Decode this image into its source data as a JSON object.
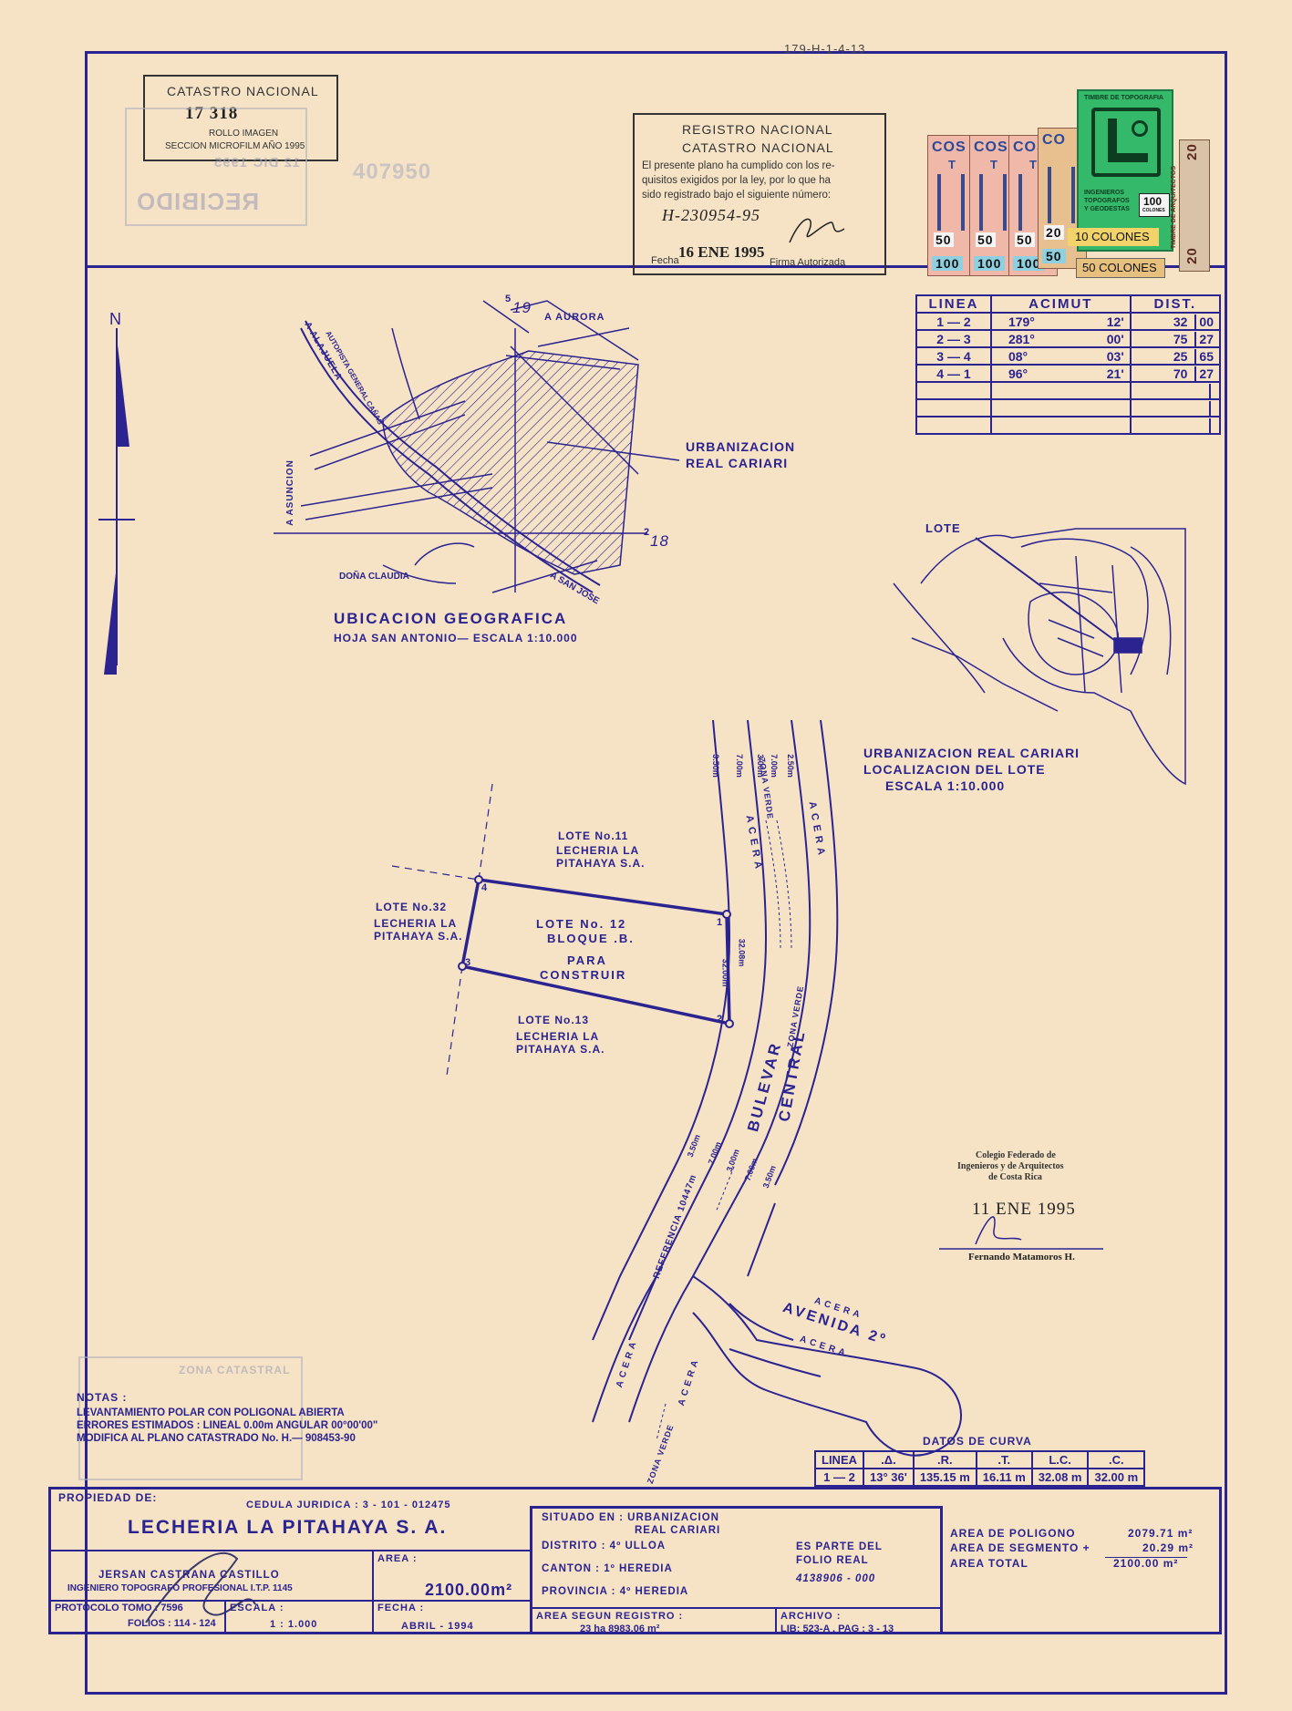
{
  "doc_ref": "179-H-1-4-13",
  "catastro_box": {
    "title": "CATASTRO NACIONAL",
    "number": "17 318",
    "line1": "ROLLO IMAGEN",
    "line2": "SECCION MICROFILM AÑO 1995"
  },
  "faded_stamp": {
    "number": "407950",
    "date": "12 DIC 1995",
    "word": "RECIBIDO"
  },
  "registro_box": {
    "title1": "REGISTRO NACIONAL",
    "title2": "CATASTRO NACIONAL",
    "text1": "El presente plano ha cumplido con los re-",
    "text2": "quisitos exigidos por la ley, por lo que ha",
    "text3": "sido registrado bajo el siguiente número:",
    "plan_number": "H-230954-95",
    "fecha_label": "Fecha",
    "fecha_value": "16 ENE 1995",
    "firma_label": "Firma Autorizada"
  },
  "tax_stamps": [
    {
      "top": "COS",
      "mid": "T",
      "value": "50",
      "bottom": "100",
      "color": "#f0b8a8"
    },
    {
      "top": "COS",
      "mid": "T",
      "value": "50",
      "bottom": "100",
      "color": "#f0b8a8"
    },
    {
      "top": "COS",
      "mid": "T",
      "value": "50",
      "bottom": "100",
      "color": "#f0b8a8"
    },
    {
      "top": "CO",
      "mid": "",
      "value": "20",
      "bottom": "50",
      "color": "#e8c090"
    }
  ],
  "green_stamp": {
    "header": "TIMBRE DE TOPOGRAFIA",
    "line1": "INGENIEROS",
    "line2": "TOPOGRAFOS",
    "line3": "Y GEODESTAS",
    "value": "100",
    "unit": "COLONES",
    "label": "10 COLONES"
  },
  "extra_stamp_label": "50 COLONES",
  "right_stamp": {
    "text": "20",
    "side": "TIMBRE DE ARQUITECTOS"
  },
  "north_label": "N",
  "ubicacion": {
    "title": "UBICACION GEOGRAFICA",
    "subtitle": "HOJA SAN ANTONIO— ESCALA 1:10.000",
    "label_aurora": "A AURORA",
    "label_alajuela": "A ALAJUELA",
    "label_autopista": "AUTOPISTA GENERAL CAÑAS",
    "label_asuncion": "A ASUNCION",
    "label_dona_claudia": "DOÑA CLAUDIA",
    "label_san_jose": "A SAN JOSE",
    "urbanizacion_line1": "URBANIZACION",
    "urbanizacion_line2": "REAL CARIARI",
    "coord_top_small": "5",
    "coord_top": "19",
    "coord_right_small": "2",
    "coord_right": "18"
  },
  "acimut_table": {
    "headers": [
      "LINEA",
      "ACIMUT",
      "DIST."
    ],
    "rows": [
      {
        "linea": "1 — 2",
        "deg": "179°",
        "min": "12'",
        "dist_int": "32",
        "dist_dec": "00"
      },
      {
        "linea": "2 — 3",
        "deg": "281°",
        "min": "00'",
        "dist_int": "75",
        "dist_dec": "27"
      },
      {
        "linea": "3 — 4",
        "deg": "08°",
        "min": "03'",
        "dist_int": "25",
        "dist_dec": "65"
      },
      {
        "linea": "4 — 1",
        "deg": "96°",
        "min": "21'",
        "dist_int": "70",
        "dist_dec": "27"
      },
      {
        "linea": "",
        "deg": "",
        "min": "",
        "dist_int": "",
        "dist_dec": ""
      },
      {
        "linea": "",
        "deg": "",
        "min": "",
        "dist_int": "",
        "dist_dec": ""
      },
      {
        "linea": "",
        "deg": "",
        "min": "",
        "dist_int": "",
        "dist_dec": ""
      }
    ]
  },
  "localizacion": {
    "lote_label": "LOTE",
    "title1": "URBANIZACION REAL CARIARI",
    "title2": "LOCALIZACION DEL LOTE",
    "title3": "ESCALA 1:10.000"
  },
  "plan": {
    "lote11_1": "LOTE No.11",
    "lote11_2": "LECHERIA LA",
    "lote11_3": "PITAHAYA S.A.",
    "lote32_1": "LOTE No.32",
    "lote32_2": "LECHERIA LA",
    "lote32_3": "PITAHAYA S.A.",
    "lote12_1": "LOTE No. 12",
    "lote12_2": "BLOQUE .B.",
    "lote12_3": "PARA",
    "lote12_4": "CONSTRUIR",
    "lote13_1": "LOTE No.13",
    "lote13_2": "LECHERIA LA",
    "lote13_3": "PITAHAYA S.A.",
    "v1": "1",
    "v2": "2",
    "v3": "3",
    "v4": "4",
    "dist_vertical": "32.00m",
    "dist_arc": "32.08m",
    "bulevar": "BULEVAR",
    "central": "CENTRAL",
    "acera1": "ACERA",
    "acera2": "ACERA",
    "zona_verde_top": "ZONA VERDE",
    "zona_verde_mid": "ZONA VERDE",
    "zona_verde_low": "ZONA VERDE",
    "w_top": [
      "3.50m",
      "7.00m",
      "3.00m",
      "7.00m",
      "2.50m"
    ],
    "w_bottom": [
      "3.50m",
      "7.00m",
      "3.00m",
      "7.00m",
      "3.50m"
    ],
    "referencia": "REFERENCIA 10447m",
    "avenida": "AVENIDA 2º",
    "acera3": "ACERA",
    "acera4": "ACERA",
    "acera5": "ACERA",
    "acera6": "ACERA"
  },
  "colegio": {
    "line1": "Colegio Federado de",
    "line2": "Ingenieros y de Arquitectos",
    "line3": "de Costa Rica",
    "date": "11 ENE 1995",
    "name": "Fernando Matamoros H."
  },
  "notas": {
    "title": "NOTAS :",
    "line1": "LEVANTAMIENTO POLAR CON POLIGONAL ABIERTA",
    "line2": "ERRORES ESTIMADOS : LINEAL 0.00m  ANGULAR 00°00'00\"",
    "line3": "MODIFICA AL PLANO CATASTRADO No. H.— 908453-90"
  },
  "zona_catastral_stamp": {
    "title": "ZONA CATASTRAL"
  },
  "datos_curva": {
    "title": "DATOS DE CURVA",
    "headers": [
      "LINEA",
      ".Δ.",
      ".R.",
      ".T.",
      "L.C.",
      ".C."
    ],
    "row": [
      "1 — 2",
      "13° 36'",
      "135.15 m",
      "16.11 m",
      "32.08 m",
      "32.00 m"
    ]
  },
  "title_block": {
    "propiedad_label": "PROPIEDAD DE:",
    "cedula": "CEDULA JURIDICA : 3 - 101 - 012475",
    "owner": "LECHERIA LA PITAHAYA S. A.",
    "area_label": "AREA :",
    "area_value": "2100.00m²",
    "engineer1": "JERSAN CASTRANA CASTILLO",
    "engineer2": "INGENIERO TOPOGRAFO PROFESIONAL I.T.P. 1145",
    "protocolo": "PROTOCOLO TOMO : 7596",
    "folios": "FOLIOS : 114 - 124",
    "escala_label": "ESCALA :",
    "escala_value": "1 : 1.000",
    "fecha_label": "FECHA :",
    "fecha_value": "ABRIL - 1994",
    "situado": "SITUADO EN : URBANIZACION",
    "situado2": "REAL CARIARI",
    "distrito": "DISTRITO : 4º ULLOA",
    "canton": "CANTON : 1º HEREDIA",
    "provincia": "PROVINCIA : 4º HEREDIA",
    "es_parte1": "ES PARTE DEL",
    "es_parte2": "FOLIO REAL",
    "folio_real": "4138906 - 000",
    "area_registro_label": "AREA SEGUN REGISTRO :",
    "area_registro_value": "23 ha 8983.06 m²",
    "archivo_label": "ARCHIVO :",
    "archivo_value": "LIB: 523-A , PAG : 3 - 13",
    "area_poligono_label": "AREA DE POLIGONO",
    "area_poligono_value": "2079.71 m²",
    "area_segmento_label": "AREA DE SEGMENTO +",
    "area_segmento_value": "20.29 m²",
    "area_total_label": "AREA TOTAL",
    "area_total_value": "2100.00 m²"
  }
}
